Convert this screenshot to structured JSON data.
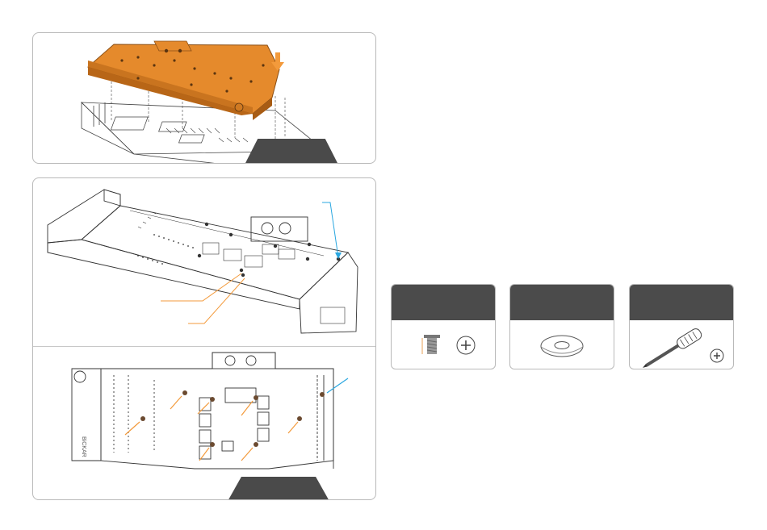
{
  "step_panels": [
    {
      "name": "install-waterblock"
    },
    {
      "name": "fasten-backside"
    }
  ],
  "hardware": {
    "screw": {
      "label": "",
      "size_text": ""
    },
    "washer": {
      "label": ""
    },
    "screwdriver": {
      "label": ""
    }
  },
  "pcb": {
    "brand_text": "BiCKAR"
  },
  "colors": {
    "copper": "#e58a2c",
    "arrow_orange": "#f39a3b",
    "pointer_blue": "#2aa7e0",
    "tab_gray": "#4a4a4a",
    "outline": "#333333"
  }
}
